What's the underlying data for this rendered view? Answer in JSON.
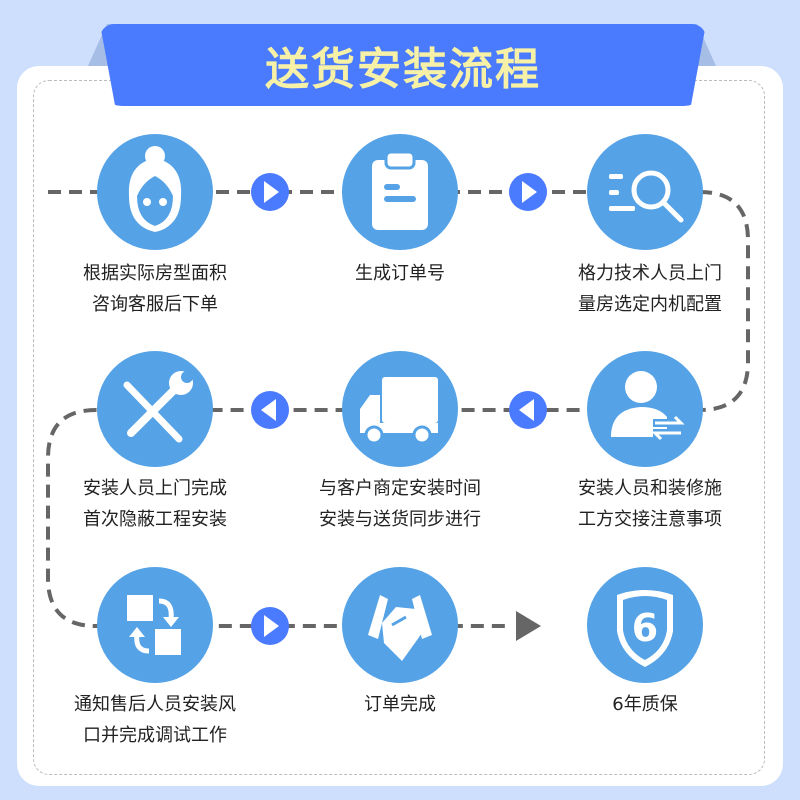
{
  "title": "送货安装流程",
  "colors": {
    "background": "#cddffc",
    "banner": "#4a7bff",
    "title_text": "#f6f1a6",
    "circle": "#55a3e6",
    "connector": "#666666"
  },
  "steps": [
    {
      "icon": "customer-service-icon",
      "line1": "根据实际房型面积",
      "line2": "咨询客服后下单"
    },
    {
      "icon": "clipboard-icon",
      "line1": "生成订单号",
      "line2": ""
    },
    {
      "icon": "search-list-icon",
      "line1": "格力技术人员上门",
      "line2": "量房选定内机配置"
    },
    {
      "icon": "user-exchange-icon",
      "line1": "安装人员和装修施",
      "line2": "工方交接注意事项"
    },
    {
      "icon": "truck-icon",
      "line1": "与客户商定安装时间",
      "line2": "安装与送货同步进行"
    },
    {
      "icon": "tools-icon",
      "line1": "安装人员上门完成",
      "line2": "首次隐蔽工程安装"
    },
    {
      "icon": "swap-icon",
      "line1": "通知售后人员安装风",
      "line2": "口并完成调试工作"
    },
    {
      "icon": "handshake-icon",
      "line1": "订单完成",
      "line2": ""
    },
    {
      "icon": "shield-6-icon",
      "line1": "6年质保",
      "line2": ""
    }
  ]
}
